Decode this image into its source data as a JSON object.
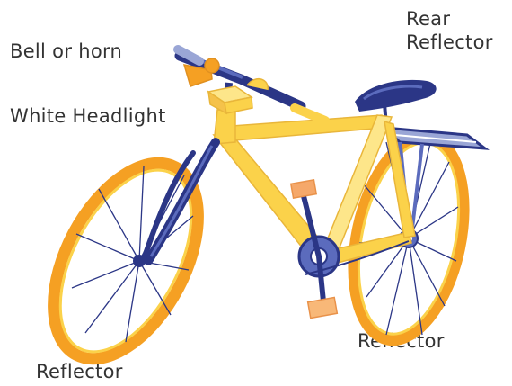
{
  "labels": {
    "bell": "Bell or horn",
    "headlight": "White Headlight",
    "rear_reflector_line1": "Rear",
    "rear_reflector_line2": "Reflector",
    "reflector_right": "Reflector",
    "reflector_left": "Reflector"
  },
  "colors": {
    "frame_yellow": "#fbd24a",
    "frame_light": "#fde68a",
    "tire_orange": "#f5a023",
    "navy": "#2b3686",
    "blue": "#5b6bbd",
    "light_blue": "#9aa6d6",
    "label_text": "#333333"
  }
}
